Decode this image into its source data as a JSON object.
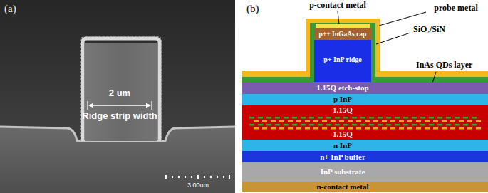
{
  "diagram": {
    "nodes": [
      {
        "text": [
          "p++ InGaAs cap"
        ]
      },
      {
        "text": [
          "p+ InP ridge"
        ]
      },
      {
        "text": [
          "1.15Q etch-stop"
        ]
      },
      {
        "text": [
          "p InP"
        ]
      },
      {
        "text": [
          "1.15Q",
          "1.15Q"
        ]
      },
      {
        "text": [
          "n InP"
        ]
      },
      {
        "text": [
          "n+ InP buffer"
        ]
      },
      {
        "text": [
          "InP substrate"
        ]
      },
      {
        "text": [
          "n-contact metal"
        ]
      }
    ],
    "labels": [
      "(a)",
      "2 um",
      "Ridge strip width",
      "3.00um",
      "(b)",
      "p-contact metal",
      "probe metal",
      "SiO₂/SiN",
      "InAs QDs layer"
    ]
  }
}
